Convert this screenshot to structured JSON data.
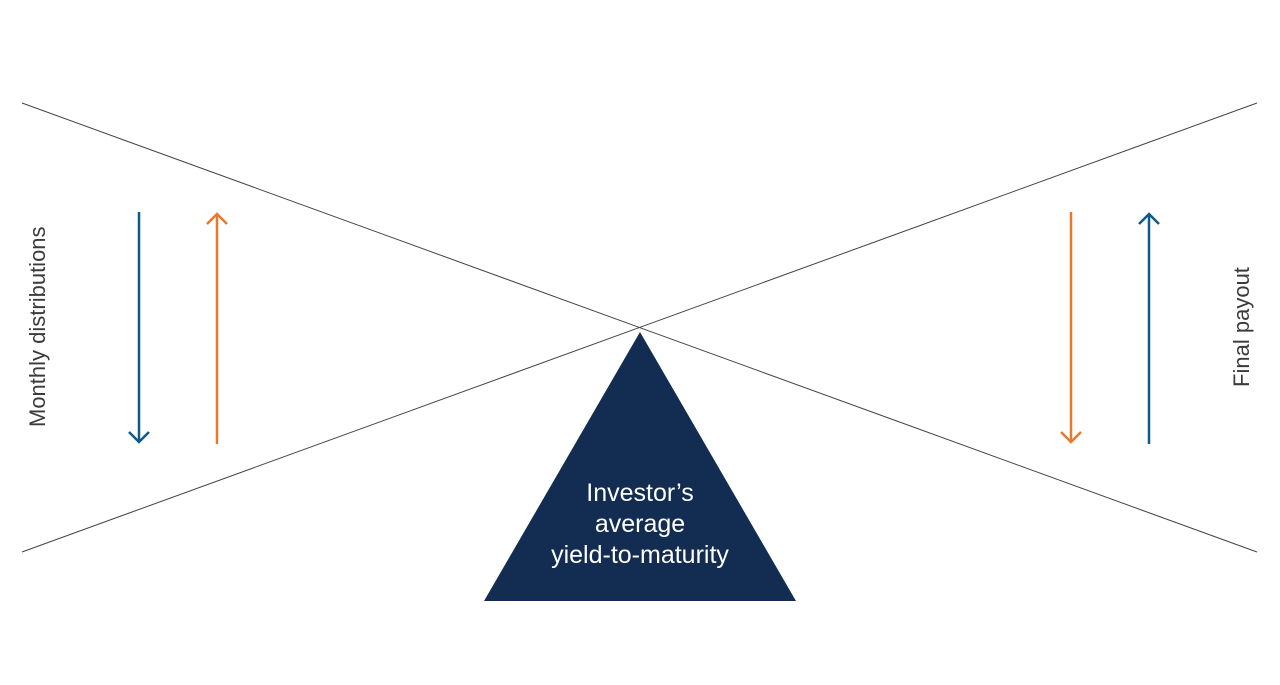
{
  "labels": {
    "left": "Monthly distributions",
    "right": "Final payout",
    "fulcrum_line1": "Investor’s",
    "fulcrum_line2": "average",
    "fulcrum_line3": "yield-to-maturity"
  },
  "colors": {
    "blue": "#0e5a8a",
    "orange": "#e8792b",
    "navy": "#132d52",
    "line": "#444444"
  },
  "arrows": [
    {
      "side": "left",
      "color": "blue",
      "direction": "down"
    },
    {
      "side": "left",
      "color": "orange",
      "direction": "up"
    },
    {
      "side": "right",
      "color": "orange",
      "direction": "down"
    },
    {
      "side": "right",
      "color": "blue",
      "direction": "up"
    }
  ]
}
